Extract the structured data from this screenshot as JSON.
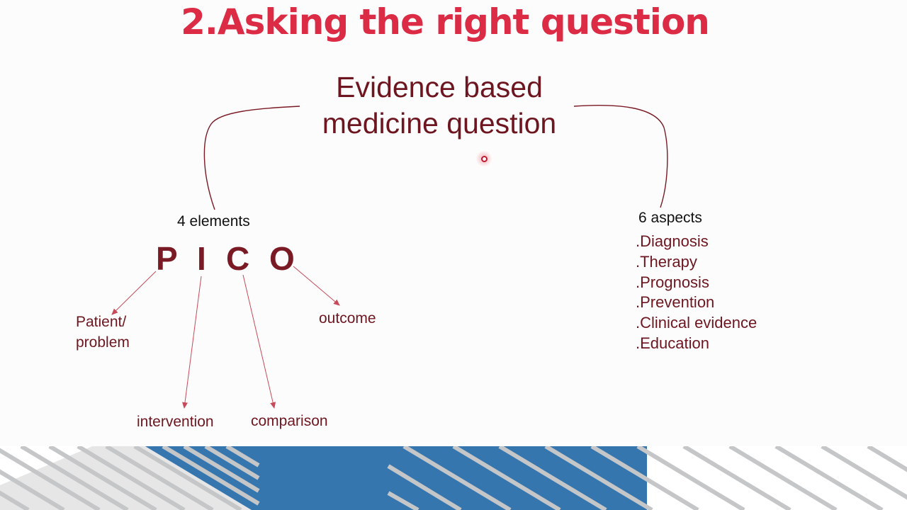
{
  "slide": {
    "title": "2.Asking the right question",
    "central_node": {
      "line1": "Evidence based",
      "line2": "medicine question"
    },
    "left_branch": {
      "heading": "4 elements",
      "letters": [
        "P",
        "I",
        "C",
        "O"
      ],
      "labels": {
        "P_line1": "Patient/",
        "P_line2": "problem",
        "I": "intervention",
        "C": "comparison",
        "O": "outcome"
      }
    },
    "right_branch": {
      "heading": "6 aspects",
      "items": [
        ".Diagnosis",
        ".Therapy",
        ".Prognosis",
        ".Prevention",
        ".Clinical evidence",
        ".Education"
      ]
    },
    "colors": {
      "title": "#dc2b45",
      "text_dark_red": "#6e1620",
      "arrow": "#c84a5a",
      "connector": "#7a1a24",
      "band_blue": "#3576ae",
      "band_stripe": "#c4c6c8",
      "band_light_gray": "#e4e4e4"
    }
  }
}
